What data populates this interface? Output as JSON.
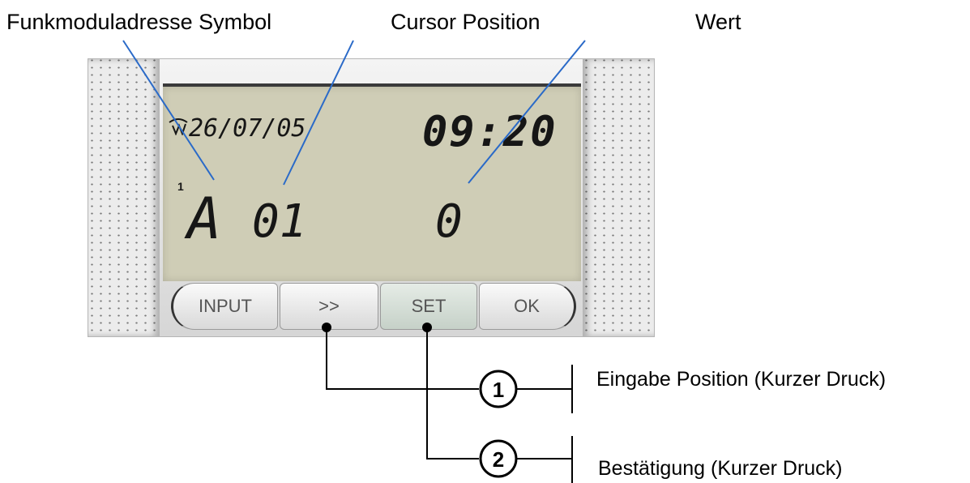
{
  "labels": {
    "funkmoduladresse": "Funkmoduladresse Symbol",
    "cursor": "Cursor Position",
    "wert": "Wert"
  },
  "lcd": {
    "date": "26/07/05",
    "time": "09:20",
    "index": "1",
    "letter": "A",
    "address": "01",
    "value": "0",
    "icon": "radio-signal-icon"
  },
  "buttons": {
    "input": "INPUT",
    "next": ">>",
    "set": "SET",
    "ok": "OK"
  },
  "callouts": [
    {
      "number": "1",
      "text": "Eingabe Position (Kurzer Druck)"
    },
    {
      "number": "2",
      "text": "Bestätigung  (Kurzer Druck)"
    }
  ]
}
